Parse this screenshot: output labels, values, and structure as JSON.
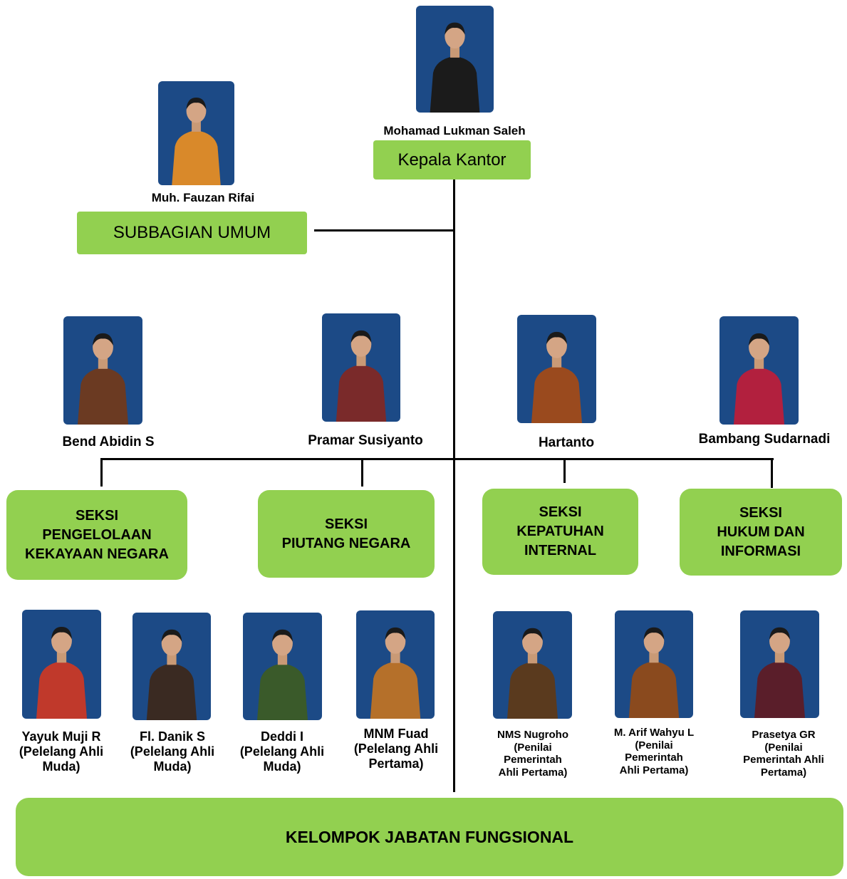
{
  "head": {
    "name": "Mohamad Lukman Saleh",
    "role": "Kepala Kantor",
    "shirt": "#1b1b1b"
  },
  "umum": {
    "name": "Muh. Fauzan Rifai",
    "unit": "SUBBAGIAN UMUM",
    "shirt": "#d9892a"
  },
  "section_heads": [
    {
      "name": "Bend Abidin S",
      "shirt": "#6b3a22"
    },
    {
      "name": "Pramar Susiyanto",
      "shirt": "#7a2a2a"
    },
    {
      "name": "Hartanto",
      "shirt": "#9a4a1e"
    },
    {
      "name": "Bambang Sudarnadi",
      "shirt": "#b2203e"
    }
  ],
  "sections": [
    {
      "label": "SEKSI\nPENGELOLAAN\nKEKAYAAN NEGARA"
    },
    {
      "label": "SEKSI\nPIUTANG NEGARA"
    },
    {
      "label": "SEKSI\nKEPATUHAN\nINTERNAL"
    },
    {
      "label": "SEKSI\nHUKUM DAN\nINFORMASI"
    }
  ],
  "staff": [
    {
      "name": "Yayuk Muji R",
      "role": [
        "(Pelelang Ahli",
        "Muda)"
      ],
      "shirt": "#c0392b"
    },
    {
      "name": "Fl. Danik S",
      "role": [
        "(Pelelang Ahli",
        "Muda)"
      ],
      "shirt": "#3a2a22"
    },
    {
      "name": "Deddi I",
      "role": [
        "(Pelelang Ahli",
        "Muda)"
      ],
      "shirt": "#3a5a2a"
    },
    {
      "name": "MNM Fuad",
      "role": [
        "(Pelelang Ahli",
        "Pertama)"
      ],
      "shirt": "#b5702a"
    },
    {
      "name": "NMS Nugroho",
      "role": [
        "(Penilai",
        "Pemerintah",
        "Ahli Pertama)"
      ],
      "shirt": "#5a3a1e"
    },
    {
      "name": "M. Arif Wahyu L",
      "role": [
        "(Penilai",
        "Pemerintah",
        "Ahli Pertama)"
      ],
      "shirt": "#8a4a1e"
    },
    {
      "name": "Prasetya GR",
      "role": [
        "(Penilai",
        "Pemerintah Ahli",
        "Pertama)"
      ],
      "shirt": "#5a1e2a"
    }
  ],
  "footer": {
    "label": "KELOMPOK JABATAN FUNGSIONAL"
  },
  "colors": {
    "box": "#92d050",
    "photo_bg": "#1c4a86",
    "line": "#000000"
  }
}
